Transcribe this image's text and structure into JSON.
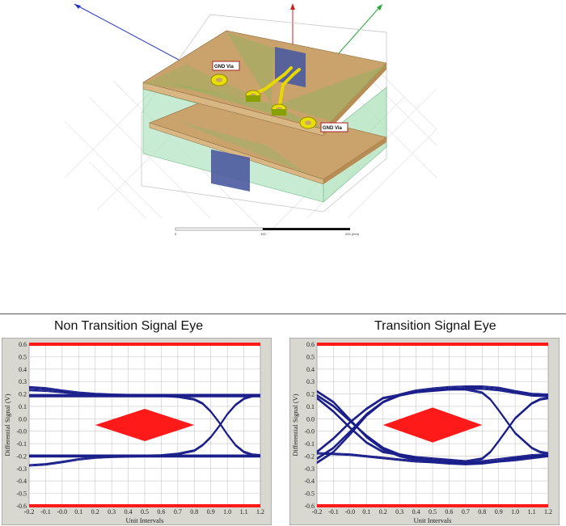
{
  "model": {
    "via_label_1": "GND Via",
    "via_label_2": "GND Via",
    "scale_ticks": [
      "0",
      "100",
      "200 (mm)"
    ]
  },
  "colors": {
    "eye_trace": "#1a1f8a",
    "mask": "#ff1a1a",
    "limit_line": "#ff1a1a",
    "board": "#c8a36a",
    "copper": "#e8e000"
  },
  "chart_data": [
    {
      "type": "line",
      "title": "Non Transition Signal Eye",
      "xlabel": "Unit Intervals",
      "ylabel": "Differential Signal  (V)",
      "xlim": [
        -0.2,
        1.2
      ],
      "ylim": [
        -0.6,
        0.6
      ],
      "x_ticks": [
        "-0.2",
        "-0.1",
        "-0.0",
        "0.1",
        "0.2",
        "0.3",
        "0.4",
        "0.5",
        "0.6",
        "0.7",
        "0.8",
        "0.9",
        "1.0",
        "1.1",
        "1.2"
      ],
      "y_ticks": [
        "0.6",
        "0.5",
        "0.4",
        "0.3",
        "0.2",
        "0.1",
        "0.0",
        "-0.0",
        "-0.1",
        "-0.2",
        "-0.3",
        "-0.4",
        "-0.5",
        "-0.6"
      ],
      "grid": true,
      "limit_lines": [
        0.6,
        -0.6
      ],
      "mask": {
        "center_x": 0.5,
        "center_y": 0.0,
        "half_width": 0.3,
        "half_height": 0.12
      },
      "series": [
        {
          "x": [
            -0.2,
            -0.1,
            0.0,
            0.1,
            0.2,
            0.3,
            0.4,
            0.5,
            0.6,
            0.7,
            0.8,
            0.9,
            1.0,
            1.1,
            1.2
          ],
          "y": [
            0.28,
            0.272,
            0.255,
            0.24,
            0.23,
            0.225,
            0.222,
            0.221,
            0.221,
            0.221,
            0.222,
            0.222,
            0.222,
            0.222,
            0.222
          ]
        },
        {
          "x": [
            -0.2,
            -0.1,
            0.0,
            0.1,
            0.2,
            0.3,
            0.4,
            0.5,
            0.6,
            0.7,
            0.8,
            0.9,
            1.0,
            1.1,
            1.2
          ],
          "y": [
            0.26,
            0.255,
            0.245,
            0.232,
            0.224,
            0.22,
            0.22,
            0.22,
            0.22,
            0.22,
            0.22,
            0.221,
            0.221,
            0.221,
            0.221
          ]
        },
        {
          "x": [
            -0.2,
            -0.1,
            0.0,
            0.1,
            0.2,
            0.3,
            0.4,
            0.5,
            0.6,
            0.7,
            0.8,
            0.9,
            1.0,
            1.1,
            1.2
          ],
          "y": [
            0.215,
            0.215,
            0.215,
            0.215,
            0.215,
            0.215,
            0.215,
            0.215,
            0.215,
            0.215,
            0.215,
            0.215,
            0.215,
            0.215,
            0.215
          ]
        },
        {
          "x": [
            -0.2,
            -0.1,
            0.0,
            0.1,
            0.2,
            0.3,
            0.4,
            0.5,
            0.6,
            0.7,
            0.8,
            0.9,
            1.0,
            1.1,
            1.2
          ],
          "y": [
            -0.3,
            -0.292,
            -0.275,
            -0.255,
            -0.242,
            -0.236,
            -0.233,
            -0.232,
            -0.232,
            -0.232,
            -0.232,
            -0.232,
            -0.232,
            -0.232,
            -0.232
          ]
        },
        {
          "x": [
            -0.2,
            -0.1,
            0.0,
            0.1,
            0.2,
            0.3,
            0.4,
            0.5,
            0.6,
            0.7,
            0.8,
            0.9,
            1.0,
            1.1,
            1.2
          ],
          "y": [
            -0.228,
            -0.228,
            -0.228,
            -0.228,
            -0.228,
            -0.228,
            -0.228,
            -0.228,
            -0.228,
            -0.228,
            -0.228,
            -0.228,
            -0.228,
            -0.228,
            -0.228
          ]
        },
        {
          "x": [
            -0.2,
            0.0,
            0.2,
            0.4,
            0.6,
            0.7,
            0.8,
            0.85,
            0.9,
            0.95,
            1.0,
            1.05,
            1.1,
            1.15,
            1.2
          ],
          "y": [
            0.22,
            0.22,
            0.22,
            0.22,
            0.218,
            0.21,
            0.19,
            0.16,
            0.1,
            0.02,
            -0.07,
            -0.15,
            -0.2,
            -0.22,
            -0.225
          ]
        },
        {
          "x": [
            -0.2,
            0.0,
            0.2,
            0.4,
            0.6,
            0.7,
            0.8,
            0.85,
            0.9,
            0.95,
            1.0,
            1.05,
            1.1,
            1.15,
            1.2
          ],
          "y": [
            -0.232,
            -0.232,
            -0.232,
            -0.232,
            -0.226,
            -0.215,
            -0.19,
            -0.15,
            -0.09,
            -0.01,
            0.08,
            0.15,
            0.195,
            0.215,
            0.22
          ]
        }
      ]
    },
    {
      "type": "line",
      "title": "Transition Signal Eye",
      "xlabel": "Unit Intervals",
      "ylabel": "Differential Signal  (V)",
      "xlim": [
        -0.2,
        1.2
      ],
      "ylim": [
        -0.6,
        0.6
      ],
      "x_ticks": [
        "-0.2",
        "-0.1",
        "-0.0",
        "0.1",
        "0.2",
        "0.3",
        "0.4",
        "0.5",
        "0.6",
        "0.7",
        "0.8",
        "0.9",
        "1.0",
        "1.1",
        "1.2"
      ],
      "y_ticks": [
        "0.6",
        "0.5",
        "0.4",
        "0.3",
        "0.2",
        "0.1",
        "0.0",
        "-0.0",
        "-0.1",
        "-0.2",
        "-0.3",
        "-0.4",
        "-0.5",
        "-0.6"
      ],
      "grid": true,
      "limit_lines": [
        0.6,
        -0.6
      ],
      "mask": {
        "center_x": 0.5,
        "center_y": 0.0,
        "half_width": 0.3,
        "half_height": 0.13
      },
      "series": [
        {
          "x": [
            -0.2,
            -0.1,
            0.0,
            0.1,
            0.2,
            0.3,
            0.4,
            0.5,
            0.6,
            0.7,
            0.8,
            0.9,
            1.0,
            1.1,
            1.2
          ],
          "y": [
            -0.28,
            -0.2,
            -0.07,
            0.07,
            0.17,
            0.225,
            0.255,
            0.27,
            0.28,
            0.285,
            0.285,
            0.275,
            0.25,
            0.23,
            0.225
          ]
        },
        {
          "x": [
            -0.2,
            -0.1,
            0.0,
            0.1,
            0.2,
            0.3,
            0.4,
            0.5,
            0.6,
            0.7,
            0.8,
            0.9,
            1.0,
            1.1,
            1.2
          ],
          "y": [
            -0.25,
            -0.17,
            -0.05,
            0.08,
            0.17,
            0.22,
            0.245,
            0.26,
            0.265,
            0.27,
            0.27,
            0.26,
            0.24,
            0.22,
            0.215
          ]
        },
        {
          "x": [
            -0.2,
            -0.1,
            0.0,
            0.1,
            0.2,
            0.3,
            0.4,
            0.5,
            0.6,
            0.7,
            0.8,
            0.9,
            1.0,
            1.1,
            1.2
          ],
          "y": [
            0.25,
            0.17,
            0.04,
            -0.09,
            -0.18,
            -0.23,
            -0.26,
            -0.275,
            -0.285,
            -0.29,
            -0.285,
            -0.27,
            -0.25,
            -0.235,
            -0.23
          ]
        },
        {
          "x": [
            -0.2,
            -0.1,
            0.0,
            0.1,
            0.2,
            0.3,
            0.4,
            0.5,
            0.6,
            0.7,
            0.8,
            0.9,
            1.0,
            1.1,
            1.2
          ],
          "y": [
            0.22,
            0.14,
            0.03,
            -0.08,
            -0.17,
            -0.22,
            -0.245,
            -0.26,
            -0.27,
            -0.275,
            -0.27,
            -0.255,
            -0.24,
            -0.225,
            -0.22
          ]
        },
        {
          "x": [
            -0.2,
            -0.1,
            0.0,
            0.1,
            0.2,
            0.4,
            0.6,
            0.7,
            0.8,
            0.85,
            0.9,
            1.0,
            1.1,
            1.15,
            1.2
          ],
          "y": [
            0.2,
            0.1,
            -0.02,
            -0.13,
            -0.2,
            -0.24,
            -0.26,
            -0.27,
            -0.25,
            -0.2,
            -0.12,
            0.05,
            0.16,
            0.19,
            0.2
          ]
        },
        {
          "x": [
            -0.2,
            -0.1,
            0.0,
            0.1,
            0.2,
            0.4,
            0.6,
            0.7,
            0.8,
            0.85,
            0.9,
            1.0,
            1.1,
            1.15,
            1.2
          ],
          "y": [
            -0.2,
            -0.1,
            0.02,
            0.12,
            0.2,
            0.245,
            0.265,
            0.265,
            0.24,
            0.19,
            0.11,
            -0.06,
            -0.17,
            -0.2,
            -0.21
          ]
        },
        {
          "x": [
            -0.2,
            -0.1,
            0.0,
            0.2,
            0.4,
            0.6,
            0.7,
            0.8,
            0.9,
            1.0,
            1.1,
            1.2
          ],
          "y": [
            -0.21,
            -0.215,
            -0.22,
            -0.245,
            -0.27,
            -0.28,
            -0.285,
            -0.28,
            -0.27,
            -0.26,
            -0.245,
            -0.23
          ]
        }
      ]
    }
  ]
}
